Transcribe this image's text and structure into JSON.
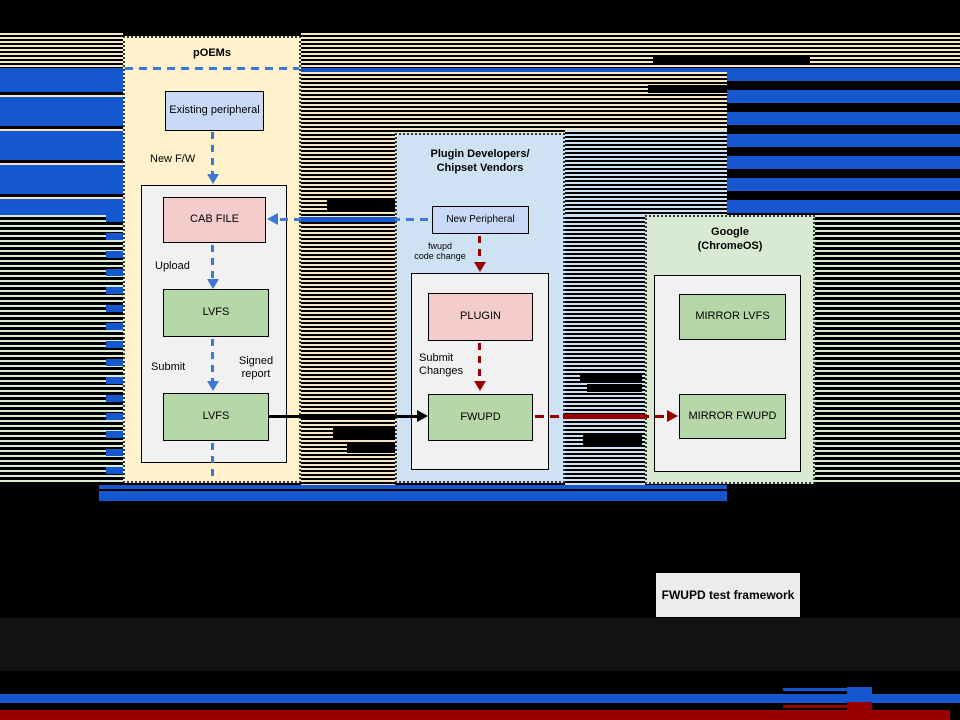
{
  "colors": {
    "glitch_bar_blue": "#1557cf",
    "glitch_bar_red": "#990000",
    "arrow_blue": "#3c78d8",
    "arrow_red": "#990000",
    "poems_bg": "#fff2cc",
    "plugin_bg": "#cfe2f3",
    "google_bg": "#d9ead3",
    "peripheral_box_bg": "#c9daf8",
    "file_box_bg": "#f4cccc",
    "service_box_bg": "#b6d7a8",
    "inner_panel_bg": "#f1f1f1"
  },
  "poems": {
    "title": "pOEMs",
    "existing_peripheral": "Existing peripheral",
    "new_fw_label": "New F/W",
    "cab_file": "CAB FILE",
    "upload_label": "Upload",
    "lvfs_upper": "LVFS",
    "submit_label": "Submit",
    "signed_report_label": "Signed\nreport",
    "lvfs_lower": "LVFS"
  },
  "plugin": {
    "title": "Plugin Developers/\nChipset Vendors",
    "new_peripheral": "New Peripheral",
    "fwupd_code_change_label": "fwupd\ncode change",
    "plugin_box": "PLUGIN",
    "submit_changes_label": "Submit\nChanges",
    "fwupd_box": "FWUPD"
  },
  "google": {
    "title": "Google\n(ChromeOS)",
    "mirror_lvfs": "MIRROR LVFS",
    "mirror_fwupd": "MIRROR FWUPD"
  },
  "footer": {
    "test_framework": "FWUPD test framework"
  }
}
